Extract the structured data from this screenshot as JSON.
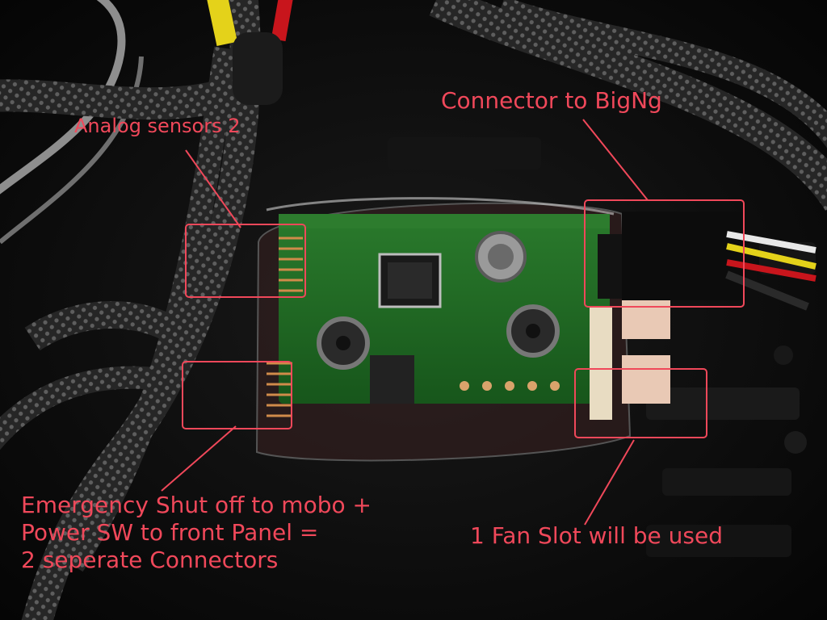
{
  "annotations": {
    "analog_sensors": "Analog sensors 2",
    "connector_bigng": "Connector to BigNg",
    "emergency_lines": [
      "Emergency Shut off to mobo +",
      "Power SW to front Panel =",
      "2 seperate Connectors"
    ],
    "fan_slot": "1 Fan Slot will be used"
  },
  "colors": {
    "annotation": "#f0485a",
    "pcb": "#1f6b22",
    "cable_sleeve": "#2e2e2e",
    "wire_yellow": "#e4d21a",
    "wire_red": "#c8151c"
  }
}
